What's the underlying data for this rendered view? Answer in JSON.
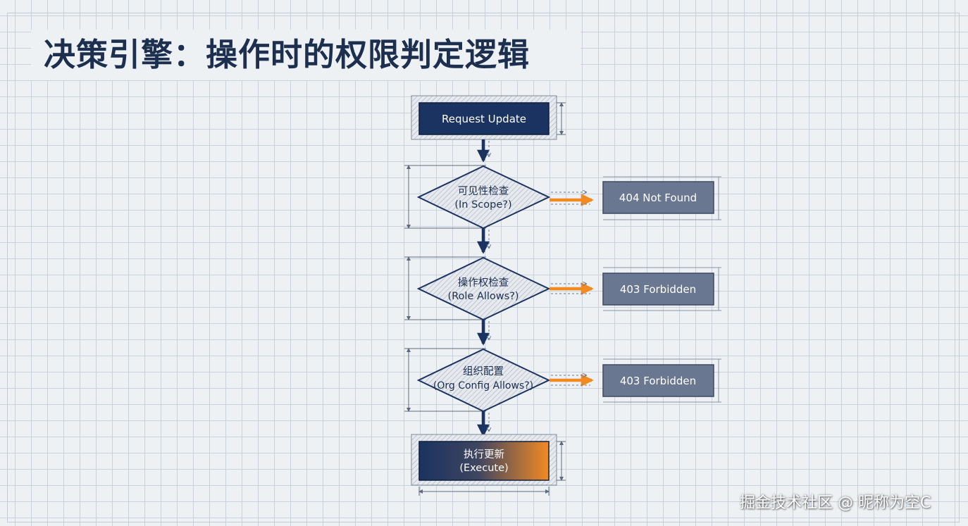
{
  "title": "决策引擎：操作时的权限判定逻辑",
  "watermark": "掘金技术社区 @ 昵称为空C",
  "flow": {
    "start": "Request Update",
    "checks": [
      {
        "line1": "可见性检查",
        "line2": "(In Scope?)",
        "fail": "404 Not Found"
      },
      {
        "line1": "操作权检查",
        "line2": "(Role Allows?)",
        "fail": "403 Forbidden"
      },
      {
        "line1": "组织配置",
        "line2": "(Org Config Allows?)",
        "fail": "403 Forbidden"
      }
    ],
    "end": {
      "line1": "执行更新",
      "line2": "(Execute)"
    }
  },
  "colors": {
    "navy": "#1b3361",
    "orange": "#f28a22",
    "gray_box": "#6a7790",
    "ink": "#1c2f4f"
  }
}
